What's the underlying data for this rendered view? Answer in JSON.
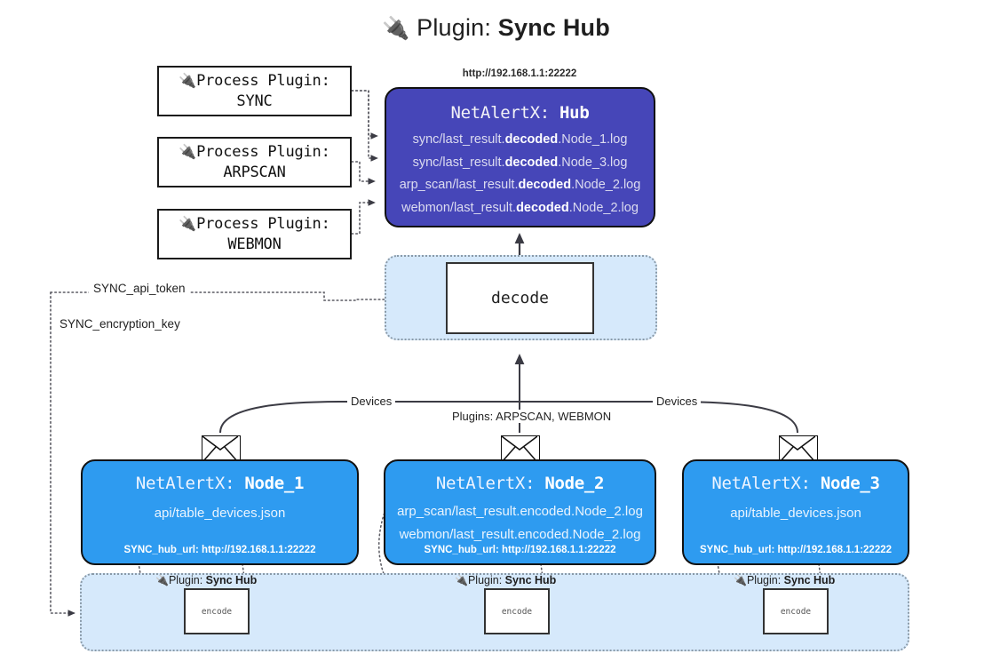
{
  "page": {
    "title_prefix": "Plugin:",
    "title_name": "Sync Hub",
    "plug_icon": "🔌"
  },
  "process_plugins": [
    {
      "name": "process-plugin-sync",
      "line1": "Process Plugin:",
      "line2": "SYNC"
    },
    {
      "name": "process-plugin-arpscan",
      "line1": "Process Plugin:",
      "line2": "ARPSCAN"
    },
    {
      "name": "process-plugin-webmon",
      "line1": "Process Plugin:",
      "line2": "WEBMON"
    }
  ],
  "hub": {
    "url": "http://192.168.1.1:22222",
    "title_prefix": "NetAlertX:",
    "title_name": "Hub",
    "logs": [
      {
        "pre": "sync/last_result.",
        "mid": "decoded",
        "post": ".Node_1.log"
      },
      {
        "pre": "sync/last_result.",
        "mid": "decoded",
        "post": ".Node_3.log"
      },
      {
        "pre": "arp_scan/last_result.",
        "mid": "decoded",
        "post": ".Node_2.log"
      },
      {
        "pre": "webmon/last_result.",
        "mid": "decoded",
        "post": ".Node_2.log"
      }
    ]
  },
  "decode": {
    "label": "decode"
  },
  "keys": [
    {
      "label": "SYNC_api_token"
    },
    {
      "label": "SYNC_encryption_key"
    }
  ],
  "edge_labels": {
    "devices_left": "Devices",
    "devices_right": "Devices",
    "plugins_center": "Plugins: ARPSCAN, WEBMON"
  },
  "nodes": [
    {
      "name": "node-1",
      "title_prefix": "NetAlertX:",
      "title_name": "Node_1",
      "lines": [
        "api/table_devices.json"
      ],
      "footer": "SYNC_hub_url: http://192.168.1.1:22222"
    },
    {
      "name": "node-2",
      "title_prefix": "NetAlertX:",
      "title_name": "Node_2",
      "lines": [
        "arp_scan/last_result.encoded.Node_2.log",
        "webmon/last_result.encoded.Node_2.log"
      ],
      "footer": "SYNC_hub_url: http://192.168.1.1:22222"
    },
    {
      "name": "node-3",
      "title_prefix": "NetAlertX:",
      "title_name": "Node_3",
      "lines": [
        "api/table_devices.json"
      ],
      "footer": "SYNC_hub_url: http://192.168.1.1:22222"
    }
  ],
  "encoders": [
    {
      "name": "encoder-1",
      "caption_prefix": "Plugin:",
      "caption_name": "Sync Hub",
      "label": "encode"
    },
    {
      "name": "encoder-2",
      "caption_prefix": "Plugin:",
      "caption_name": "Sync Hub",
      "label": "encode"
    },
    {
      "name": "encoder-3",
      "caption_prefix": "Plugin:",
      "caption_name": "Sync Hub",
      "label": "encode"
    }
  ],
  "colors": {
    "hub_fill": "#4646b8",
    "node_fill": "#2e9bf0",
    "group_fill": "#d6e9fb",
    "stroke": "#111111"
  }
}
